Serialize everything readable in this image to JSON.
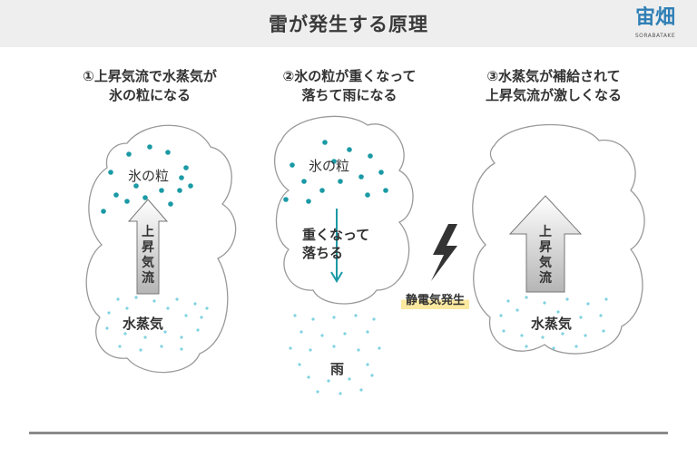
{
  "header": {
    "title": "雷が発生する原理",
    "logo_text": "宙畑",
    "logo_sub": "SORABATAKE"
  },
  "steps": [
    {
      "line1": "①上昇気流で水蒸気が",
      "line2": "氷の粒になる"
    },
    {
      "line1": "②氷の粒が重くなって",
      "line2": "落ちて雨になる"
    },
    {
      "line1": "③水蒸気が補給されて",
      "line2": "上昇気流が激しくなる"
    }
  ],
  "labels": {
    "ice1": "氷の粒",
    "updraft1_chars": [
      "上",
      "昇",
      "気",
      "流"
    ],
    "vapor1": "水蒸気",
    "ice2": "氷の粒",
    "fall_line1": "重くなって",
    "fall_line2": "落ちる",
    "rain": "雨",
    "updraft3_chars": [
      "上",
      "昇",
      "気",
      "流"
    ],
    "vapor3": "水蒸気",
    "static": "静電気発生"
  },
  "colors": {
    "ice_dot": "#1a9aa5",
    "vapor_dot": "#7fd2e0",
    "rain_dot": "#7fd2e0",
    "fall_arrow": "#1a9aa5",
    "cloud_stroke": "#999999",
    "lightning": "#333333",
    "highlight": "#fce9a0"
  },
  "icons": {
    "lightning": "lightning-bolt-icon",
    "fall_arrow": "down-arrow-icon",
    "updraft": "up-arrow-icon"
  }
}
